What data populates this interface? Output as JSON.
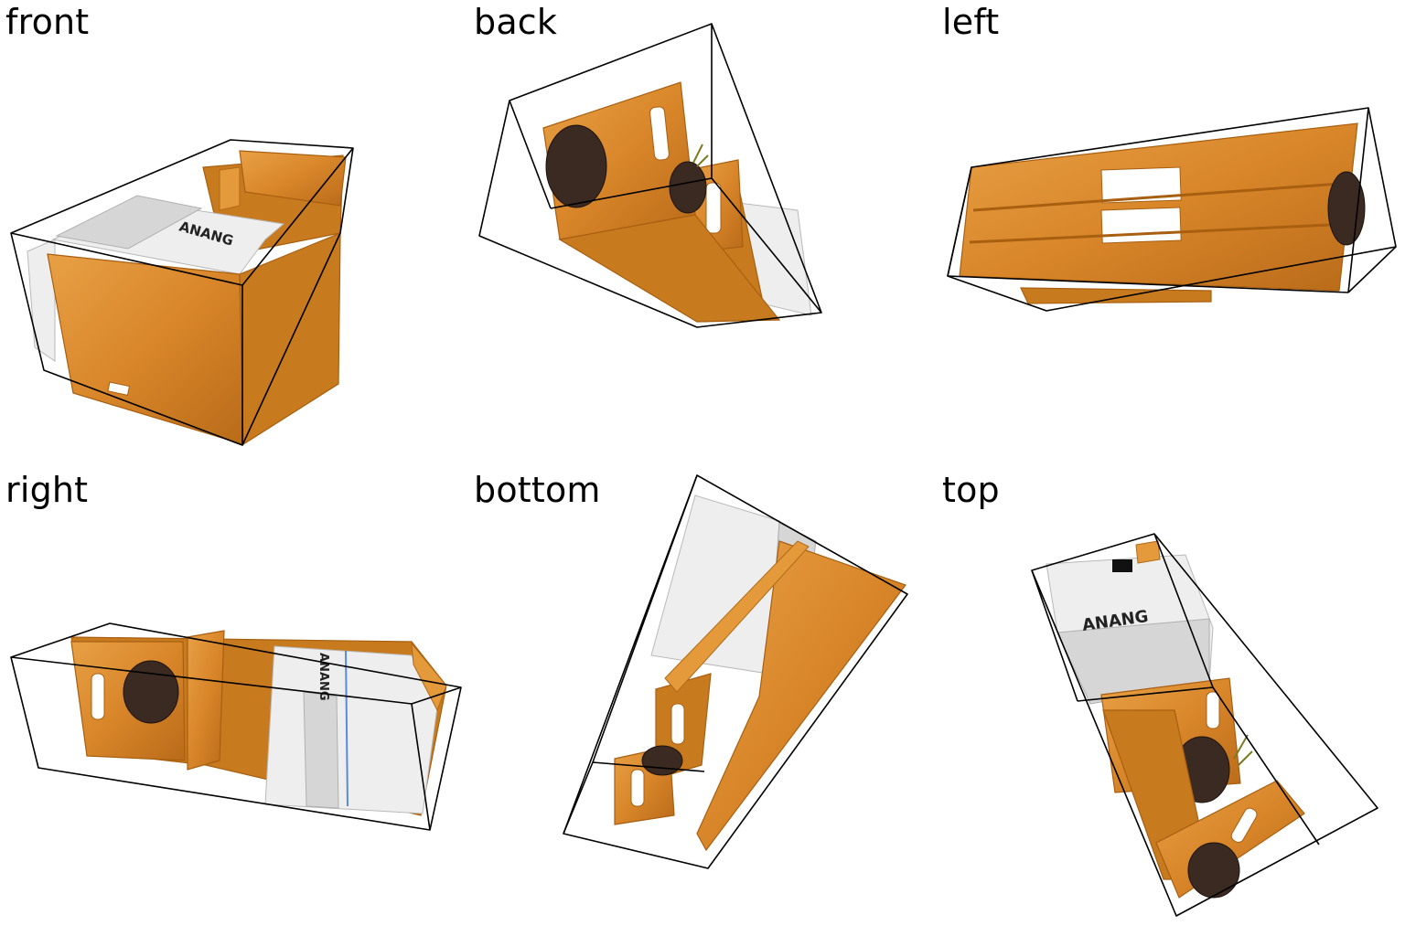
{
  "views": {
    "front": "front",
    "back": "back",
    "left": "left",
    "right": "right",
    "bottom": "bottom",
    "top": "top"
  },
  "book_spine_text": "ANANG",
  "colors": {
    "wood": "#d9862a",
    "wood_dark": "#b86c18",
    "book": "#eeeeee",
    "pot": "#3a2a22",
    "bbox_line": "#000000",
    "background": "#ffffff"
  }
}
